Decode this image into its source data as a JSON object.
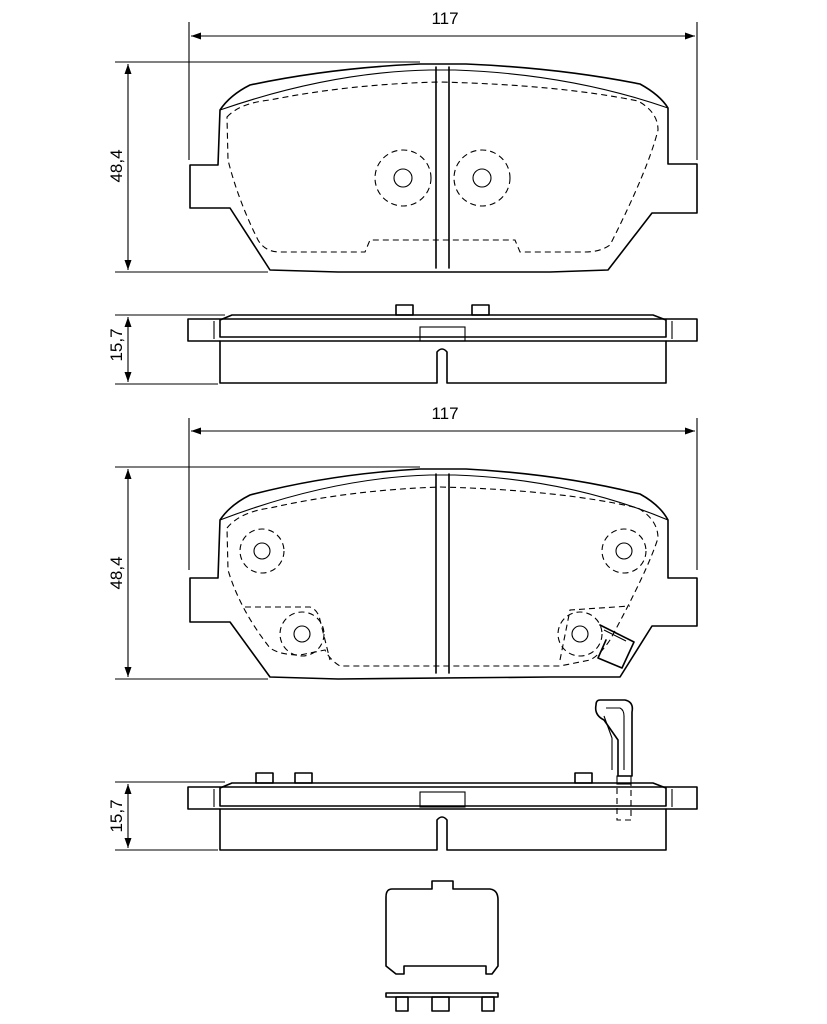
{
  "dimensions": {
    "pad1_width": "117",
    "pad1_height": "48,4",
    "pad1_thickness": "15,7",
    "pad2_width": "117",
    "pad2_height": "48,4",
    "pad2_thickness": "15,7"
  }
}
